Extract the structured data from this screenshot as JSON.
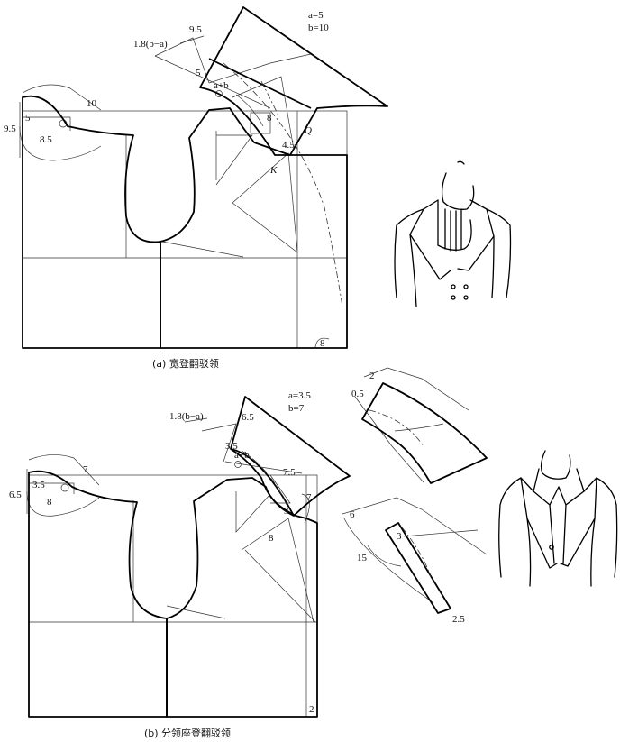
{
  "diagram_a": {
    "caption": "(a) 宽登翻驳领",
    "params": {
      "a": "a=5",
      "b": "b=10"
    },
    "formula": "1.8(b−a)",
    "dims": {
      "d9_5_top": "9.5",
      "d5_collar": "5",
      "d_a_plus_b": "a+b",
      "d8_lapel": "8",
      "d4_5": "4.5",
      "d10": "10",
      "d9_5_left": "9.5",
      "d5_left": "5",
      "d8_5": "8.5",
      "d8_hem": "8"
    },
    "points": {
      "Q": "Q",
      "K": "K"
    }
  },
  "diagram_b": {
    "caption": "(b) 分领座登翻驳领",
    "params": {
      "a": "a=3.5",
      "b": "b=7"
    },
    "formula": "1.8(b−a)",
    "dims": {
      "d6_5": "6.5",
      "d3_5_collar": "3.5",
      "d_a_plus_b": "a+b",
      "d7_5": "7.5",
      "d7_right": "7",
      "d3": "3",
      "d8_lapel": "8",
      "d7_neck": "7",
      "d6_5_left": "6.5",
      "d3_5_left": "3.5",
      "d8_left": "8",
      "d2_hem": "2"
    },
    "pieces": {
      "d2": "2",
      "d0_5": "0.5",
      "d6": "6",
      "d15": "15",
      "d3_stand": "3",
      "d2_5": "2.5"
    }
  },
  "icons": {
    "jacket_a": "turtleneck-jacket-illustration",
    "jacket_b": "shirt-collar-jacket-illustration"
  }
}
